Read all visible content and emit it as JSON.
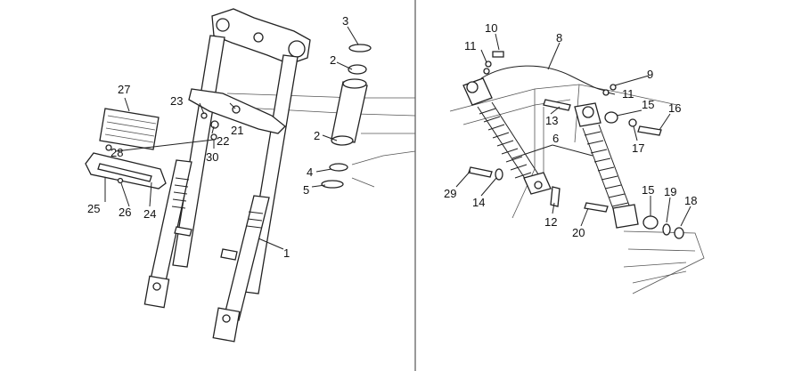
{
  "left_panel": {
    "callouts": [
      {
        "id": "c1",
        "text": "1"
      },
      {
        "id": "c2a",
        "text": "2"
      },
      {
        "id": "c2b",
        "text": "2"
      },
      {
        "id": "c3",
        "text": "3"
      },
      {
        "id": "c4",
        "text": "4"
      },
      {
        "id": "c5",
        "text": "5"
      },
      {
        "id": "c21",
        "text": "21"
      },
      {
        "id": "c22",
        "text": "22"
      },
      {
        "id": "c23",
        "text": "23"
      },
      {
        "id": "c24",
        "text": "24"
      },
      {
        "id": "c25",
        "text": "25"
      },
      {
        "id": "c26",
        "text": "26"
      },
      {
        "id": "c27",
        "text": "27"
      },
      {
        "id": "c28",
        "text": "28"
      },
      {
        "id": "c30",
        "text": "30"
      }
    ]
  },
  "right_panel": {
    "callouts": [
      {
        "id": "c6",
        "text": "6"
      },
      {
        "id": "c8",
        "text": "8"
      },
      {
        "id": "c9",
        "text": "9"
      },
      {
        "id": "c10",
        "text": "10"
      },
      {
        "id": "c11a",
        "text": "11"
      },
      {
        "id": "c11b",
        "text": "11"
      },
      {
        "id": "c12",
        "text": "12"
      },
      {
        "id": "c13",
        "text": "13"
      },
      {
        "id": "c14",
        "text": "14"
      },
      {
        "id": "c15a",
        "text": "15"
      },
      {
        "id": "c15b",
        "text": "15"
      },
      {
        "id": "c16",
        "text": "16"
      },
      {
        "id": "c17",
        "text": "17"
      },
      {
        "id": "c18",
        "text": "18"
      },
      {
        "id": "c19",
        "text": "19"
      },
      {
        "id": "c20",
        "text": "20"
      },
      {
        "id": "c29",
        "text": "29"
      }
    ]
  }
}
